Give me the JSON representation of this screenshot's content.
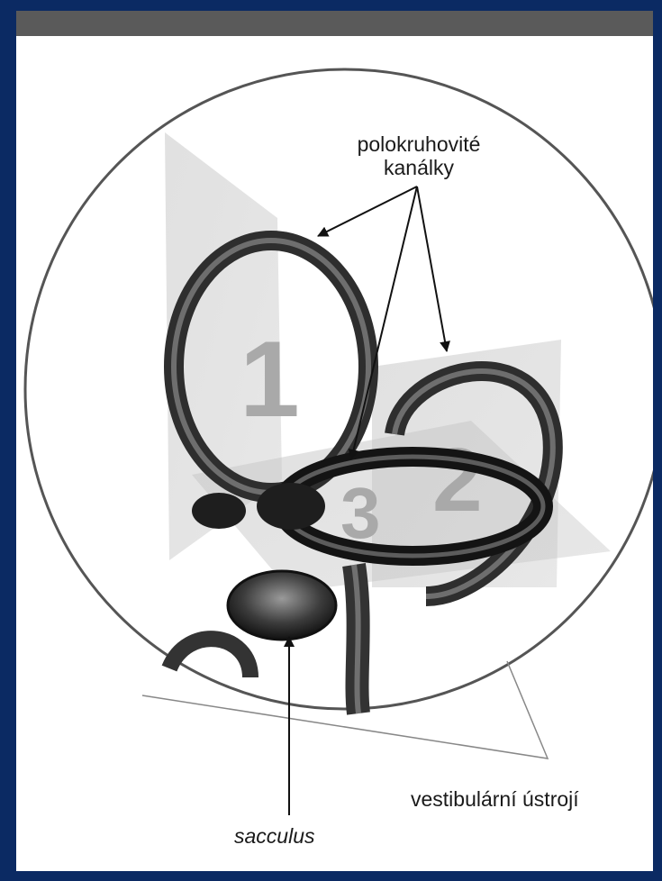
{
  "labels": {
    "canals_line1": "polokruhovité",
    "canals_line2": "kanálky",
    "vestibular": "vestibulární ústrojí",
    "sacculus": "sacculus"
  },
  "plane_numbers": [
    "1",
    "2",
    "3"
  ],
  "colors": {
    "frame": "#0b2a63",
    "top_band": "#5a5a5a",
    "tube": "#3a3a3a",
    "plane": "#bdbdbd"
  }
}
